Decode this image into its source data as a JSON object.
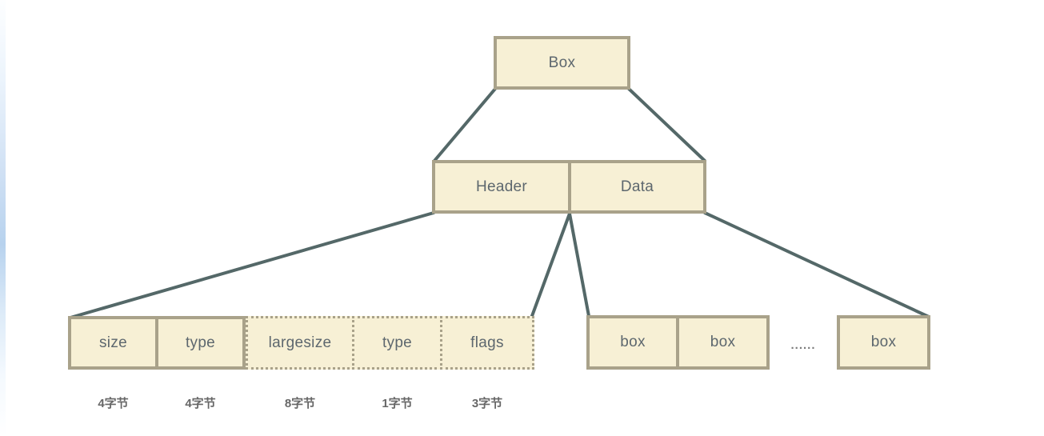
{
  "colors": {
    "box_fill": "#f7f0d5",
    "box_border": "#a9a28a",
    "line": "#546868",
    "text": "#5d676e",
    "byte_text": "#676767",
    "ellipsis_text": "#7b7b7b",
    "left_strip_blue": "#b7d2ee"
  },
  "diagram": {
    "root": {
      "label": "Box"
    },
    "children": [
      {
        "label": "Header"
      },
      {
        "label": "Data"
      }
    ],
    "header_fields": [
      {
        "label": "size",
        "bytes": "4字节",
        "border": "solid"
      },
      {
        "label": "type",
        "bytes": "4字节",
        "border": "solid"
      },
      {
        "label": "largesize",
        "bytes": "8字节",
        "border": "dotted"
      },
      {
        "label": "type",
        "bytes": "1字节",
        "border": "dotted"
      },
      {
        "label": "flags",
        "bytes": "3字节",
        "border": "dotted"
      }
    ],
    "data_children": [
      {
        "label": "box"
      },
      {
        "label": "box"
      },
      {
        "label": "box"
      }
    ],
    "ellipsis": "......"
  }
}
